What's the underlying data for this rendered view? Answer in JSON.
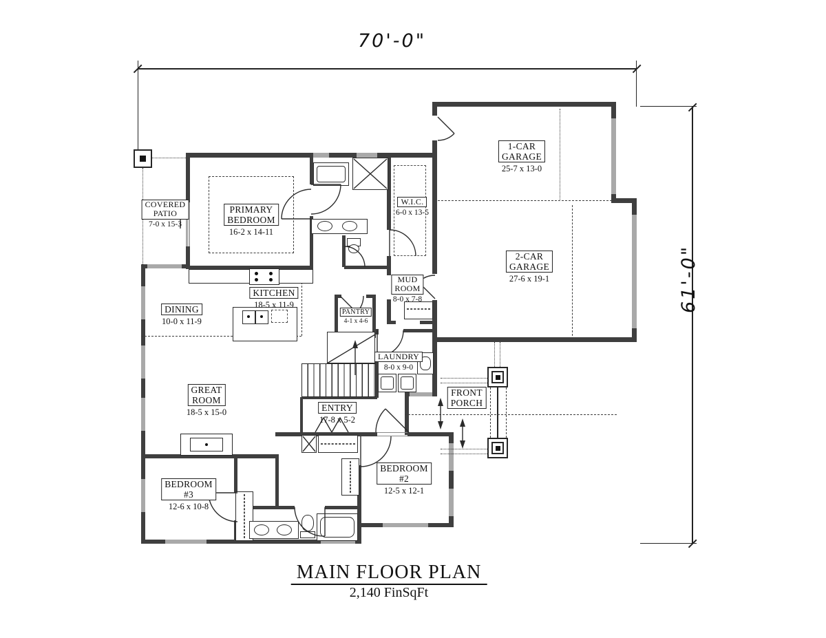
{
  "meta": {
    "title": "MAIN FLOOR PLAN",
    "subtitle": "2,140 FinSqFt"
  },
  "dimensions": {
    "top": "70'-0\"",
    "right": "61'-0\""
  },
  "rooms": [
    {
      "id": "covered-patio",
      "label": "COVERED\nPATIO",
      "dims": "7-0 x 15-3"
    },
    {
      "id": "primary-bedroom",
      "label": "PRIMARY\nBEDROOM",
      "dims": "16-2 x 14-11"
    },
    {
      "id": "wic",
      "label": "W.I.C.",
      "dims": "6-0 x 13-5"
    },
    {
      "id": "one-car-garage",
      "label": "1-CAR\nGARAGE",
      "dims": "25-7 x 13-0"
    },
    {
      "id": "two-car-garage",
      "label": "2-CAR\nGARAGE",
      "dims": "27-6 x 19-1"
    },
    {
      "id": "kitchen",
      "label": "KITCHEN",
      "dims": "18-5 x 11-9"
    },
    {
      "id": "dining",
      "label": "DINING",
      "dims": "10-0 x 11-9"
    },
    {
      "id": "pantry",
      "label": "PANTRY",
      "dims": "4-1 x 4-6"
    },
    {
      "id": "mud-room",
      "label": "MUD\nROOM",
      "dims": "8-0 x 7-8"
    },
    {
      "id": "laundry",
      "label": "LAUNDRY",
      "dims": "8-0 x 9-0"
    },
    {
      "id": "great-room",
      "label": "GREAT\nROOM",
      "dims": "18-5 x 15-0"
    },
    {
      "id": "entry",
      "label": "ENTRY",
      "dims": "17-8 x 5-2"
    },
    {
      "id": "front-porch",
      "label": "FRONT\nPORCH",
      "dims": ""
    },
    {
      "id": "bedroom-2",
      "label": "BEDROOM\n#2",
      "dims": "12-5 x 12-1"
    },
    {
      "id": "bedroom-3",
      "label": "BEDROOM\n#3",
      "dims": "12-6 x 10-8"
    }
  ],
  "colors": {
    "wall": "#3f3f3f",
    "line": "#262626",
    "window": "#a9a9a9"
  }
}
